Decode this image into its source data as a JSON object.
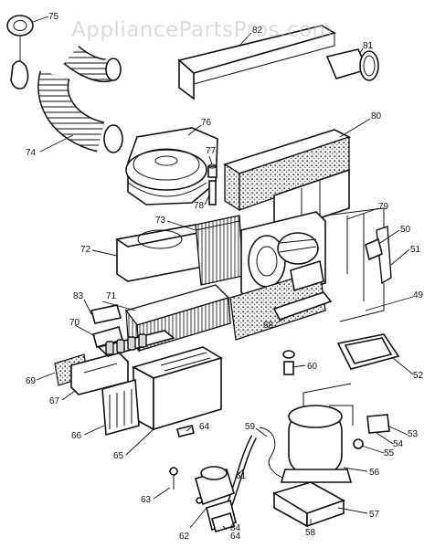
{
  "watermark": "AppliancePartsPros.com",
  "labels": {
    "p49": "49",
    "p50": "50",
    "p51": "51",
    "p52": "52",
    "p53": "53",
    "p54": "54",
    "p55": "55",
    "p56": "56",
    "p57": "57",
    "p58": "58",
    "p59": "59",
    "p60": "60",
    "p61": "61",
    "p62": "62",
    "p63": "63",
    "p64a": "64",
    "p64b": "64",
    "p65": "65",
    "p66": "66",
    "p67": "67",
    "p68": "68",
    "p69": "69",
    "p70": "70",
    "p71": "71",
    "p72": "72",
    "p73": "73",
    "p74": "74",
    "p75": "75",
    "p76": "76",
    "p77": "77",
    "p78": "78",
    "p79": "79",
    "p80": "80",
    "p81": "81",
    "p82": "82",
    "p83": "83",
    "p84": "84"
  }
}
